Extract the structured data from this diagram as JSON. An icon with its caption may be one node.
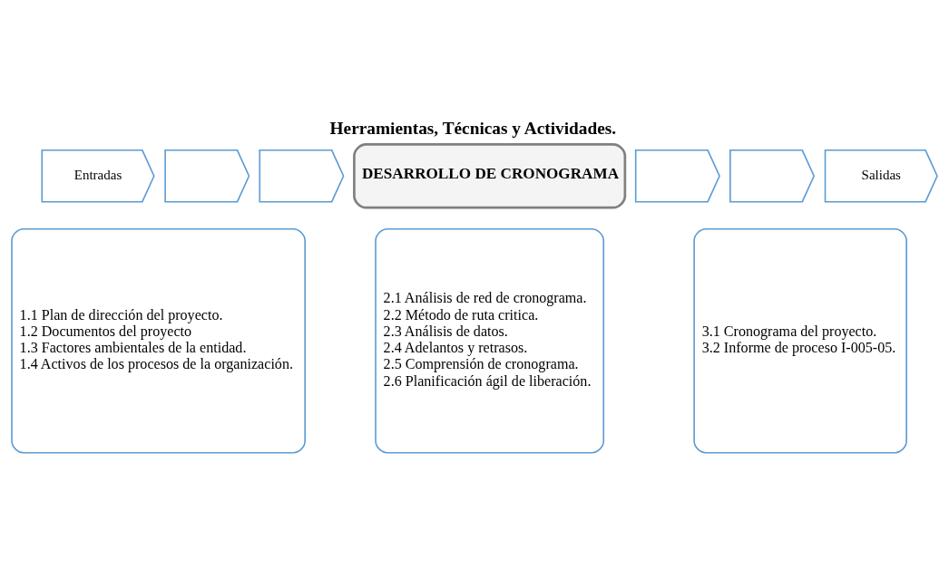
{
  "diagram": {
    "title": "Herramientas, Técnicas y Actividades.",
    "nodes": [
      {
        "text": [
          "Entradas"
        ]
      },
      {
        "text": [],
        "shape": "chevron"
      },
      {
        "text": [],
        "shape": "chevron"
      },
      {
        "text": [
          "DESARROLLO DE CRONOGRAMA"
        ]
      },
      {
        "text": [],
        "shape": "chevron"
      },
      {
        "text": [],
        "shape": "chevron"
      },
      {
        "text": [
          "Salidas"
        ]
      },
      {
        "text": [
          "1.1 Plan de dirección del proyecto.",
          "1.2 Documentos del proyecto",
          "1.3 Factores ambientales de la entidad.",
          "1.4 Activos de los procesos de la organización."
        ]
      },
      {
        "text": [
          "2.1 Análisis de red de cronograma.",
          "2.2 Método de ruta critica.",
          "2.3 Análisis de datos.",
          "2.4 Adelantos y retrasos.",
          "2.5 Comprensión de cronograma.",
          "2.6 Planificación ágil de liberación."
        ]
      },
      {
        "text": [
          "3.1 Cronograma del proyecto.",
          "3.2 Informe de proceso I-005-05."
        ]
      }
    ],
    "edges": []
  }
}
